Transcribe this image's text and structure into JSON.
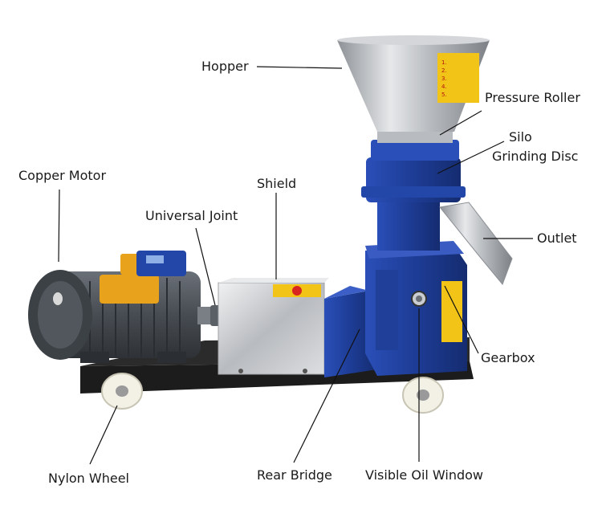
{
  "labels": {
    "hopper": "Hopper",
    "pressure_roller": "Pressure Roller",
    "silo": "Silo",
    "grinding_disc": "Grinding Disc",
    "copper_motor": "Copper Motor",
    "shield": "Shield",
    "universal_joint": "Universal Joint",
    "outlet": "Outlet",
    "gearbox": "Gearbox",
    "nylon_wheel": "Nylon Wheel",
    "rear_bridge": "Rear Bridge",
    "visible_oil_window": "Visible Oil Window"
  },
  "warning_sticker": {
    "lines": [
      "1.",
      "2.",
      "3.",
      "4.",
      "5."
    ]
  },
  "colors": {
    "machine_blue": "#1f3f9a",
    "motor_grey": "#4a5056",
    "steel": "#c9ccd0",
    "sticker_yellow": "#f2c418",
    "leader_line": "#111111",
    "base_black": "#1c1c1c"
  }
}
